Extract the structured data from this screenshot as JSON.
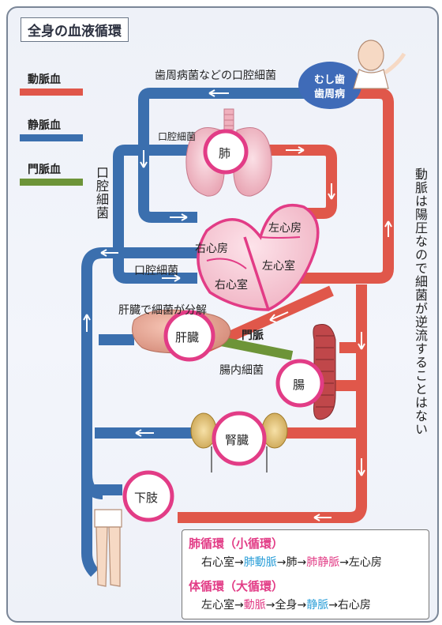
{
  "title": "全身の血液循環",
  "legend": [
    {
      "label": "動脈血",
      "color": "#e0574a"
    },
    {
      "label": "静脈血",
      "color": "#3b6fae"
    },
    {
      "label": "門脈血",
      "color": "#6d9438"
    }
  ],
  "colors": {
    "artery": "#e0574a",
    "vein": "#3b6fae",
    "portal": "#6d9438",
    "organ_ring": "#e23c86",
    "bacteria_badge": "#3f6bb8"
  },
  "labels": {
    "top_bacteria": "歯周病菌などの口腔細菌",
    "oral_bacteria_small": "口腔細菌",
    "oral_bacteria_vertical": "口腔細菌",
    "oral_bacteria_mid": "口腔細菌",
    "liver_breaks": "肝臓で細菌が分解",
    "portal_vein": "門脈",
    "intestinal_bacteria": "腸内細菌",
    "arterial_note": "動脈は陽圧なので細菌が逆流することはない"
  },
  "badge": {
    "line1": "むし歯",
    "line2": "歯周病"
  },
  "organs": {
    "lung": "肺",
    "left_atrium": "左心房",
    "right_atrium": "右心房",
    "left_ventricle": "左心室",
    "right_ventricle": "右心室",
    "liver": "肝臓",
    "intestine": "腸",
    "kidney": "腎臓",
    "lower_limb": "下肢"
  },
  "summary": {
    "pulmonary_heading": "肺循環（小循環）",
    "pulmonary_path": [
      "右心室→",
      "肺動脈",
      "→肺→",
      "肺静脈",
      "→左心房"
    ],
    "systemic_heading": "体循環（大循環）",
    "systemic_path": [
      "左心室→",
      "動脈",
      "→全身→",
      "静脈",
      "→右心房"
    ]
  }
}
